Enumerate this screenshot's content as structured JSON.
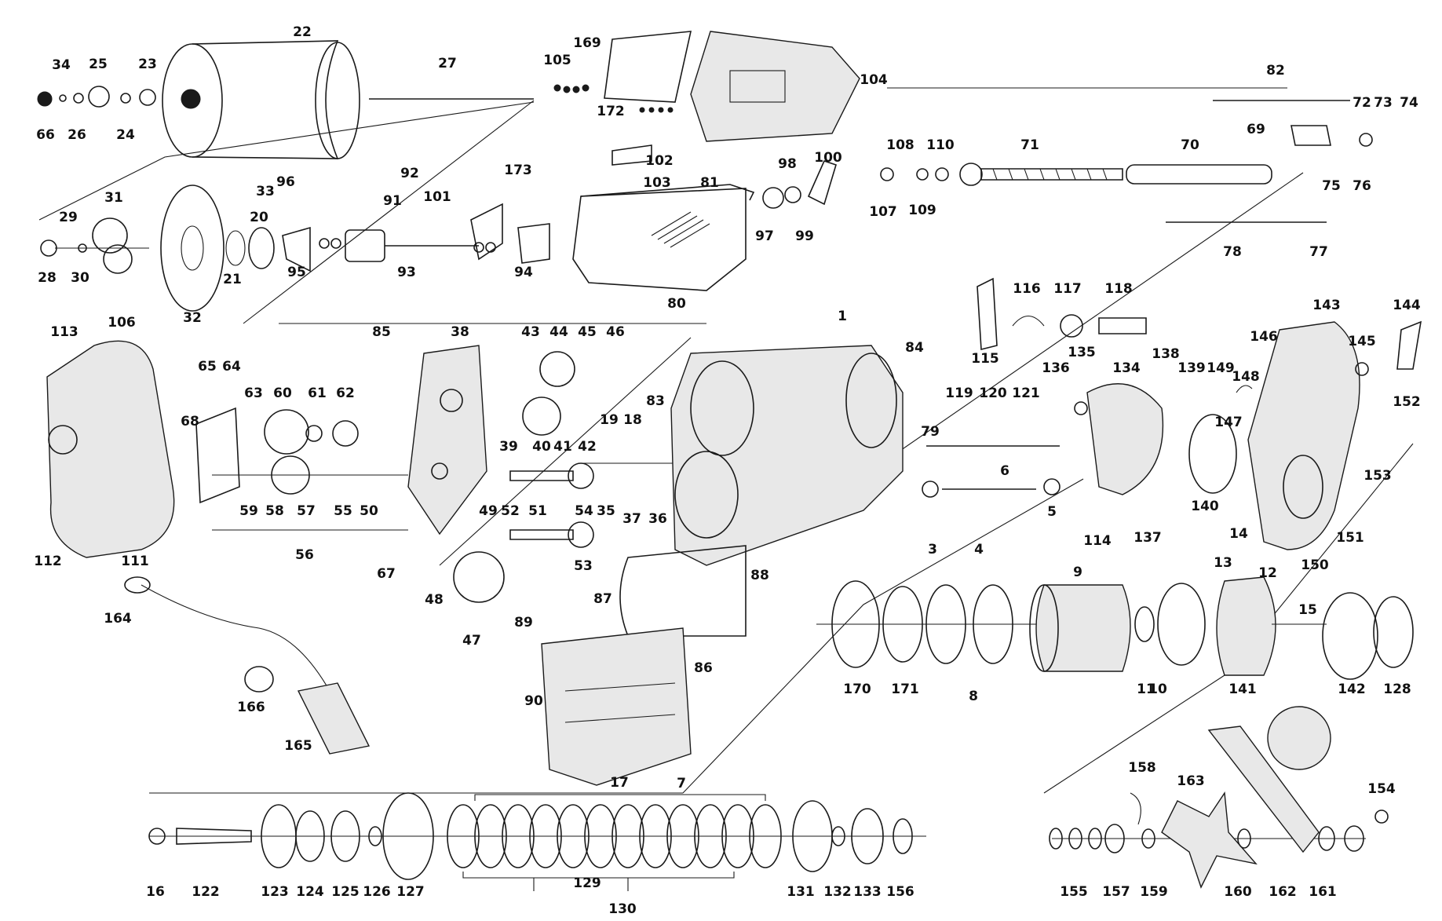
{
  "labels": [
    "22",
    "27",
    "34",
    "25",
    "23",
    "66",
    "26",
    "24",
    "169",
    "105",
    "172",
    "104",
    "173",
    "102",
    "103",
    "81",
    "92",
    "96",
    "33",
    "101",
    "31",
    "29",
    "20",
    "91",
    "28",
    "30",
    "21",
    "32",
    "95",
    "93",
    "94",
    "80",
    "98",
    "100",
    "97",
    "99",
    "108",
    "110",
    "71",
    "70",
    "107",
    "109",
    "82",
    "72",
    "73",
    "74",
    "69",
    "75",
    "76",
    "78",
    "77",
    "113",
    "106",
    "85",
    "38",
    "43",
    "44",
    "45",
    "46",
    "65",
    "64",
    "63",
    "60",
    "61",
    "62",
    "68",
    "39",
    "40",
    "41",
    "42",
    "19",
    "18",
    "83",
    "1",
    "84",
    "59",
    "58",
    "57",
    "55",
    "50",
    "49",
    "52",
    "51",
    "54",
    "35",
    "37",
    "36",
    "56",
    "53",
    "67",
    "48",
    "47",
    "112",
    "111",
    "164",
    "166",
    "165",
    "116",
    "117",
    "118",
    "115",
    "136",
    "135",
    "134",
    "138",
    "139",
    "119",
    "120",
    "121",
    "79",
    "6",
    "3",
    "4",
    "5",
    "149",
    "146",
    "143",
    "144",
    "145",
    "148",
    "147",
    "152",
    "153",
    "151",
    "150",
    "140",
    "137",
    "114",
    "9",
    "14",
    "13",
    "12",
    "15",
    "87",
    "88",
    "89",
    "86",
    "90",
    "7",
    "170",
    "171",
    "8",
    "11",
    "10",
    "141",
    "142",
    "128",
    "17",
    "16",
    "122",
    "123",
    "124",
    "125",
    "126",
    "127",
    "129",
    "130",
    "131",
    "132",
    "133",
    "156",
    "158",
    "163",
    "154",
    "155",
    "157",
    "159",
    "160",
    "162",
    "161"
  ]
}
